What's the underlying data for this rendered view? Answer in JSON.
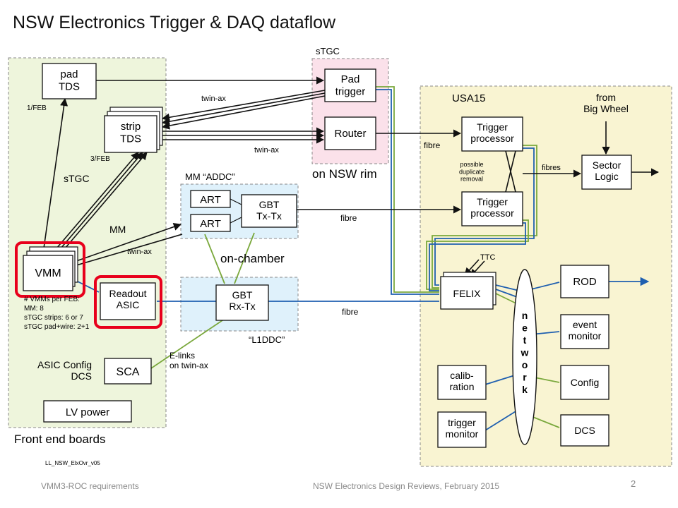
{
  "title": "NSW Electronics Trigger & DAQ dataflow",
  "colors": {
    "frontend_bg": "#eef5dc",
    "usa15_bg": "#f9f4d2",
    "stgc_bg": "#fbe1ea",
    "chamber_bg": "#dff1fb",
    "highlight": "#e8001c",
    "link_green": "#7aa83c",
    "link_blue": "#1f5fb0"
  },
  "frontend": {
    "label": "Front end boards",
    "pad_tds": "pad\nTDS",
    "one_per_feb": "1/FEB",
    "strip_tds": "strip\nTDS",
    "three_per_feb": "3/FEB",
    "stgc_label": "sTGC",
    "mm_label": "MM",
    "twin_ax": "twin-ax",
    "vmm": "VMM",
    "readout_asic": "Readout\nASIC",
    "vmm_notes": [
      "# VMMs per FEB:",
      "MM: 8",
      "sTGC strips: 6 or 7",
      "sTGC pad+wire: 2+1"
    ],
    "asic_config": "ASIC Config\nDCS",
    "sca": "SCA",
    "lv_power": "LV power",
    "version_tag": "LL_NSW_ElxOvr_v05"
  },
  "stgc_rim": {
    "header": "sTGC",
    "pad_trigger": "Pad\ntrigger",
    "router": "Router",
    "footer": "on NSW rim",
    "twin_ax_upper": "twin-ax",
    "twin_ax_lower": "twin-ax"
  },
  "chamber": {
    "addc_label": "MM “ADDC”",
    "art1": "ART",
    "art2": "ART",
    "gbt_tx": "GBT\nTx-Tx",
    "on_chamber": "on-chamber",
    "gbt_rx": "GBT\nRx-Tx",
    "l1ddc_label": "“L1DDC”",
    "elinks": "E-links\non twin-ax"
  },
  "usa15": {
    "label": "USA15",
    "trigger_proc_1": "Trigger\nprocessor",
    "trigger_proc_2": "Trigger\nprocessor",
    "dup_removal": "possible\nduplicate\nremoval",
    "fibres": "fibres",
    "sector_logic": "Sector\nLogic",
    "from_big_wheel": "from\nBig Wheel",
    "ttc": "TTC",
    "felix": "FELIX",
    "network": "n\ne\nt\nw\no\nr\nk",
    "rod": "ROD",
    "event_monitor": "event\nmonitor",
    "config": "Config",
    "dcs": "DCS",
    "calibration": "calib-\nration",
    "trigger_monitor": "trigger\nmonitor"
  },
  "links": {
    "fibre_top": "fibre",
    "fibre_mid": "fibre",
    "fibre_low": "fibre"
  },
  "footer": {
    "left": "VMM3-ROC requirements",
    "center": "NSW Electronics Design Reviews, February 2015",
    "page": "2"
  }
}
